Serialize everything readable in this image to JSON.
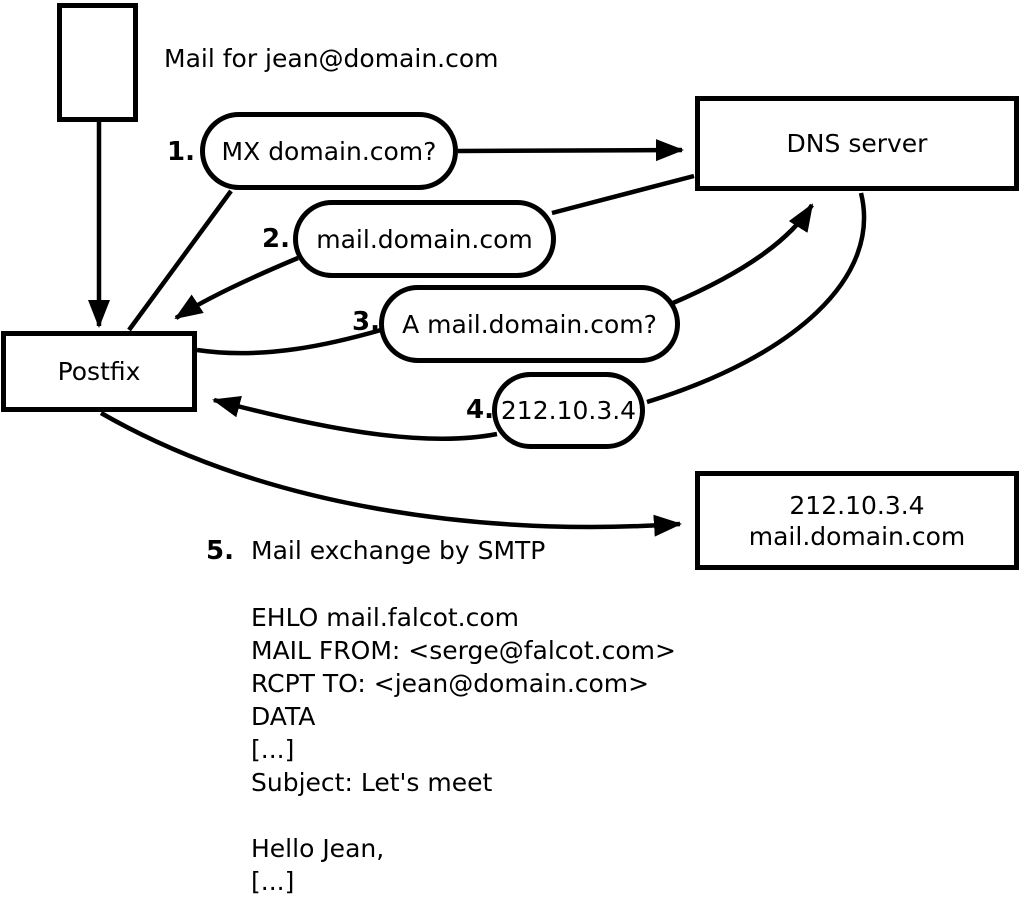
{
  "diagram": {
    "title_note": "Mail for jean@domain.com",
    "nodes": {
      "sender_client": "Postfix",
      "dns_server": "DNS server",
      "mail_server_line1": "212.10.3.4",
      "mail_server_line2": "mail.domain.com"
    },
    "steps": [
      {
        "num": "1.",
        "label": "MX domain.com?"
      },
      {
        "num": "2.",
        "label": "mail.domain.com"
      },
      {
        "num": "3.",
        "label": "A mail.domain.com?"
      },
      {
        "num": "4.",
        "label": "212.10.3.4"
      },
      {
        "num": "5.",
        "label": "Mail exchange by SMTP"
      }
    ],
    "smtp_session": [
      "EHLO mail.falcot.com",
      "MAIL FROM: <serge@falcot.com>",
      "RCPT TO: <jean@domain.com>",
      "DATA",
      "[...]",
      "Subject: Let's meet",
      "",
      "Hello Jean,",
      "[...]",
      "",
      "."
    ],
    "colors": {
      "stroke": "#000000",
      "background": "#ffffff"
    }
  }
}
